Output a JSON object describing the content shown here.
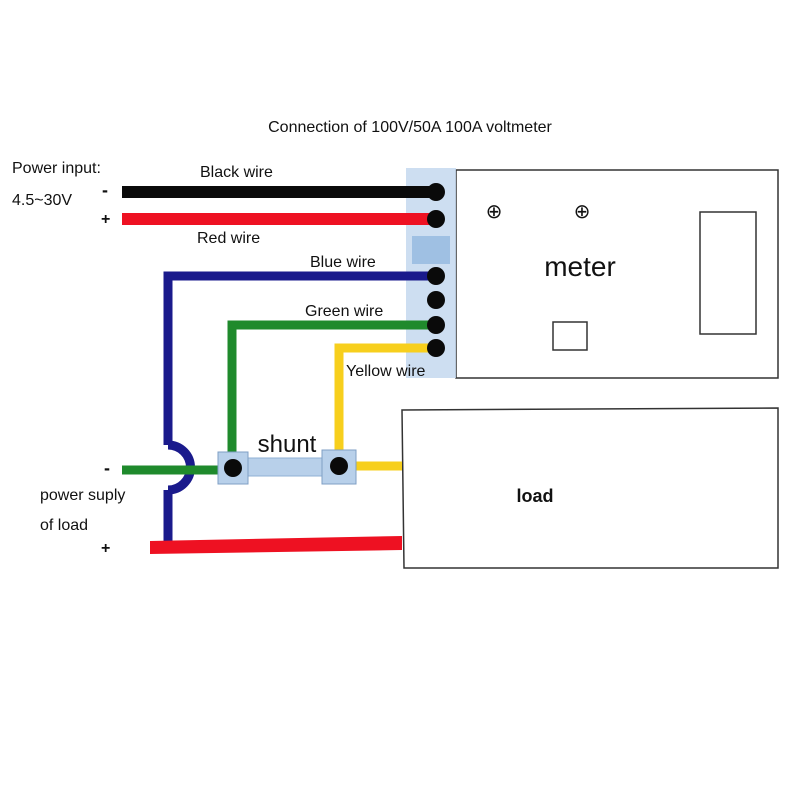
{
  "title": "Connection of 100V/50A 100A voltmeter",
  "power_input": {
    "label": "Power input:",
    "range": "4.5~30V",
    "minus": "-",
    "plus": "+"
  },
  "wires": {
    "black": "Black wire",
    "red": "Red wire",
    "blue": "Blue wire",
    "green": "Green wire",
    "yellow": "Yellow wire"
  },
  "meter_label": "meter",
  "meter_screw": "⊕",
  "shunt_label": "shunt",
  "load_label": "load",
  "load_supply": {
    "line1": "power suply",
    "line2": "of load",
    "minus": "-",
    "plus": "+"
  },
  "colors": {
    "black": "#0a0a0a",
    "red": "#ee1122",
    "blue": "#1a1a8c",
    "green": "#1f8a2c",
    "yellow": "#f7cf1d",
    "connector": "#b8d0ea",
    "outline": "#333333"
  }
}
